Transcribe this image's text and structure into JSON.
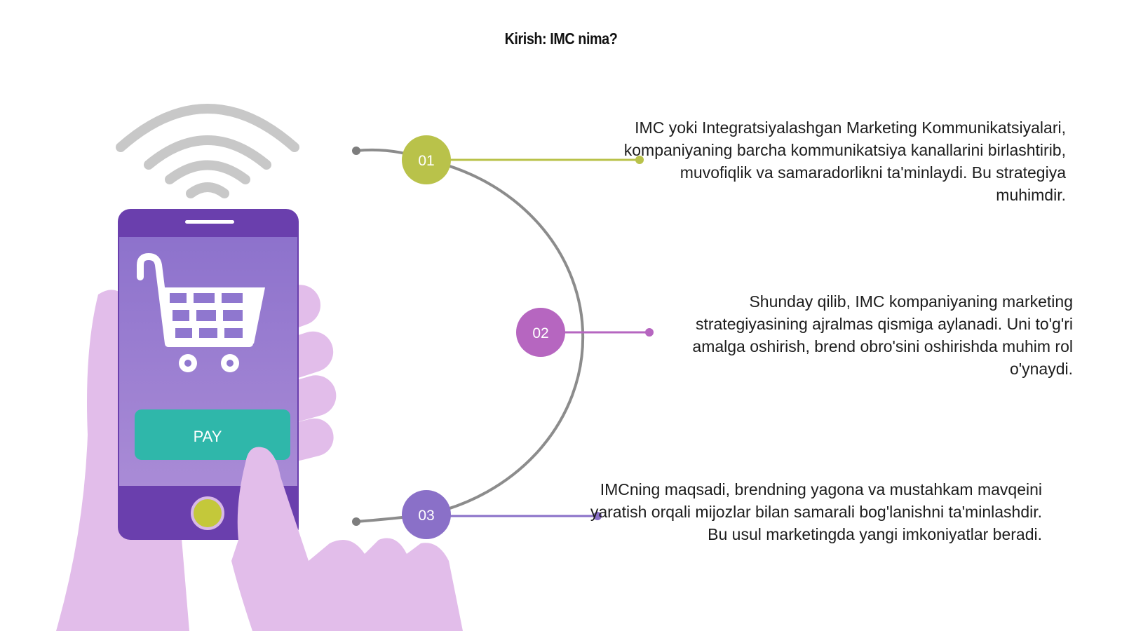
{
  "title": "Kirish: IMC nima?",
  "phone": {
    "pay_label": "PAY"
  },
  "items": [
    {
      "number": "01",
      "text": "IMC yoki Integratsiyalashgan Marketing Kommunikatsiyalari, kompaniyaning barcha kommunikatsiya kanallarini birlashtirib, muvofiqlik va samaradorlikni ta'minlaydi. Bu strategiya muhimdir.",
      "color": "#b9c24a"
    },
    {
      "number": "02",
      "text": "Shunday qilib, IMC kompaniyaning marketing strategiyasining ajralmas qismiga aylanadi. Uni to'g'ri amalga oshirish, brend obro'sini oshirishda muhim rol o'ynaydi.",
      "color": "#b666c0"
    },
    {
      "number": "03",
      "text": "IMCning maqsadi, brendning yagona va mustahkam mavqeini yaratish orqali mijozlar bilan samarali bog'lanishni ta'minlashdir. Bu usul marketingda yangi imkoniyatlar beradi.",
      "color": "#8a70c8"
    }
  ],
  "icons": {
    "wifi": "wifi-icon",
    "cart": "shopping-cart-icon",
    "hand": "hand-illustration"
  },
  "colors": {
    "phone_body": "#6a3fad",
    "phone_screen": "#9a7fd0",
    "pay_button": "#2fb7aa",
    "hand": "#e2bdea",
    "home_button": "#c4c83a",
    "arc": "#8c8c8c"
  }
}
